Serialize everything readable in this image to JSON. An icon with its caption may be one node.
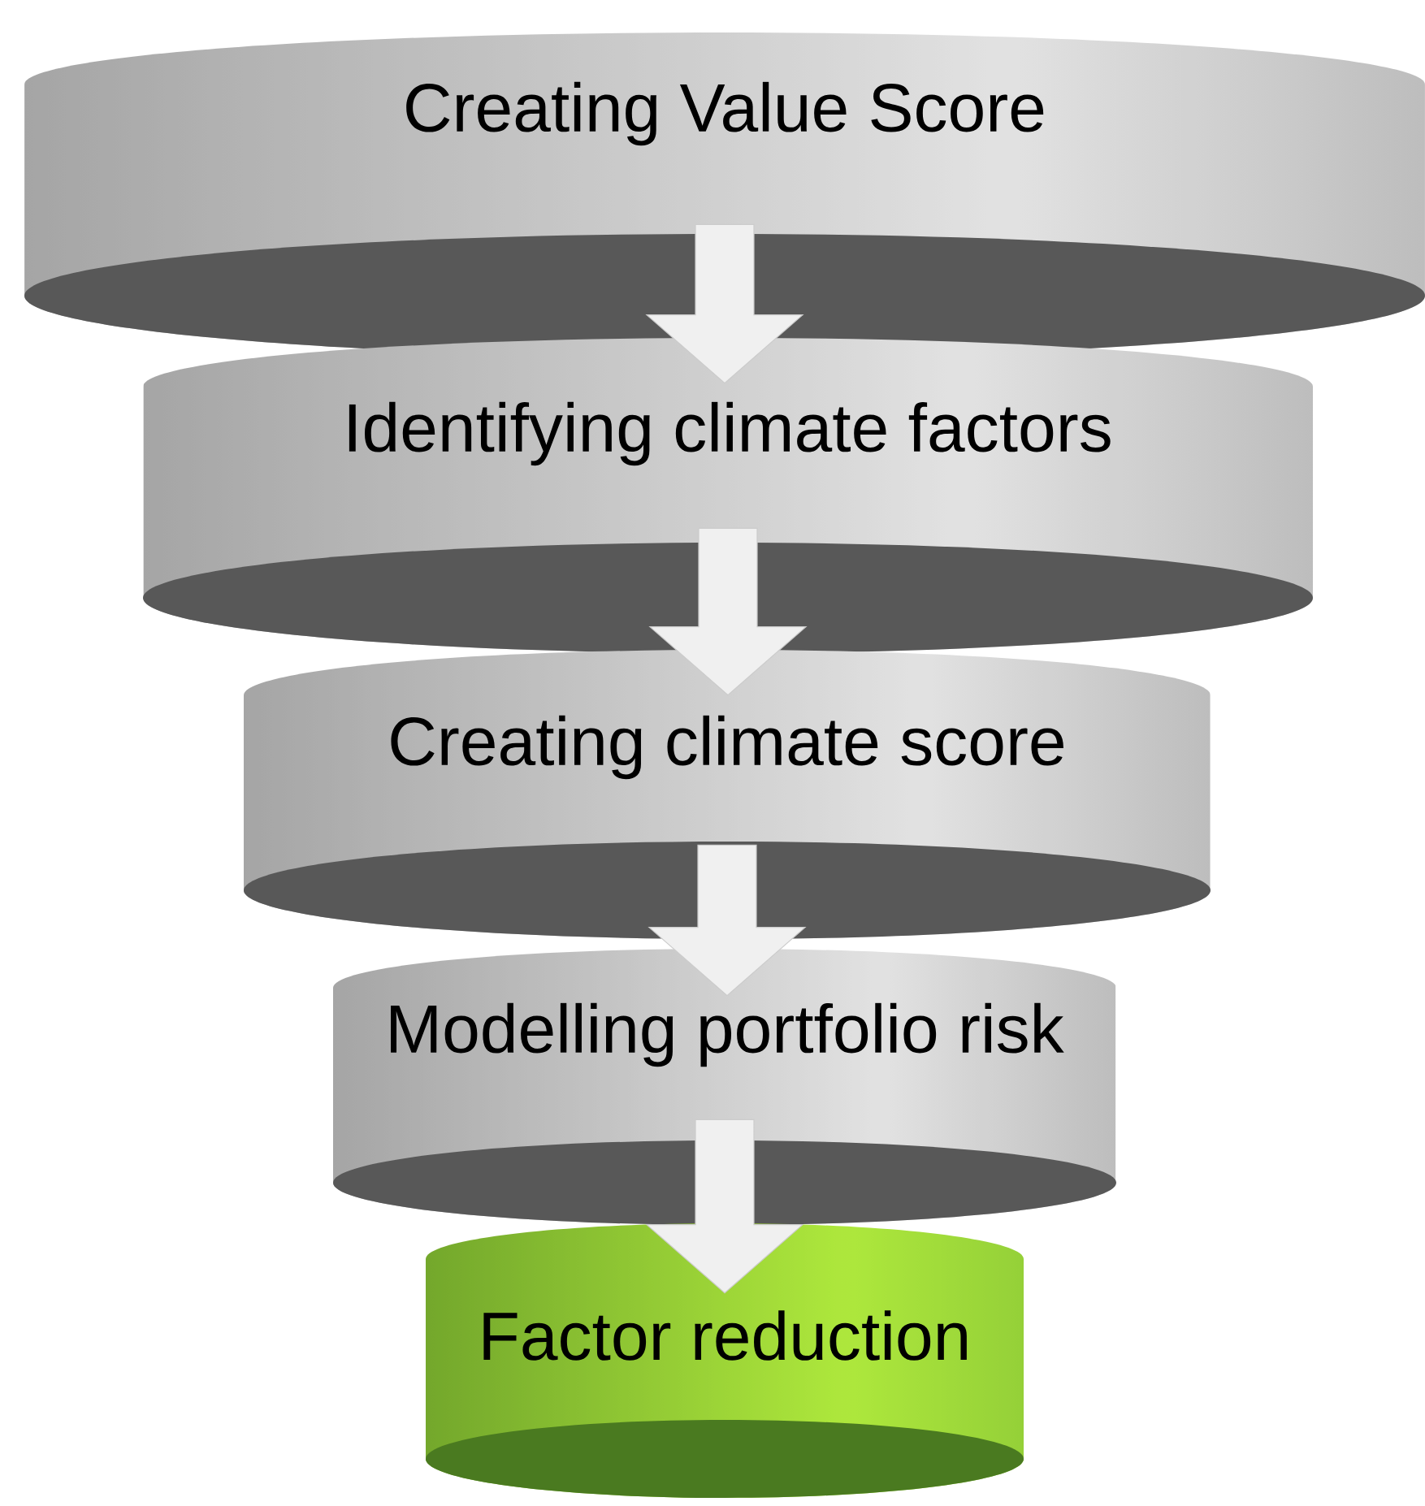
{
  "diagram": {
    "nodes": [
      {
        "text": [
          "Creating Value Score"
        ]
      },
      {
        "text": [
          "Identifying climate factors"
        ]
      },
      {
        "text": [
          "Creating climate score"
        ]
      },
      {
        "text": [
          "Modelling portfolio risk"
        ]
      },
      {
        "text": [
          "Factor reduction"
        ]
      }
    ],
    "edges": [
      {
        "from": 0,
        "to": 1,
        "arrow": "to"
      },
      {
        "from": 1,
        "to": 2,
        "arrow": "to"
      },
      {
        "from": 2,
        "to": 3,
        "arrow": "to"
      },
      {
        "from": 3,
        "to": 4,
        "arrow": "to"
      }
    ]
  }
}
